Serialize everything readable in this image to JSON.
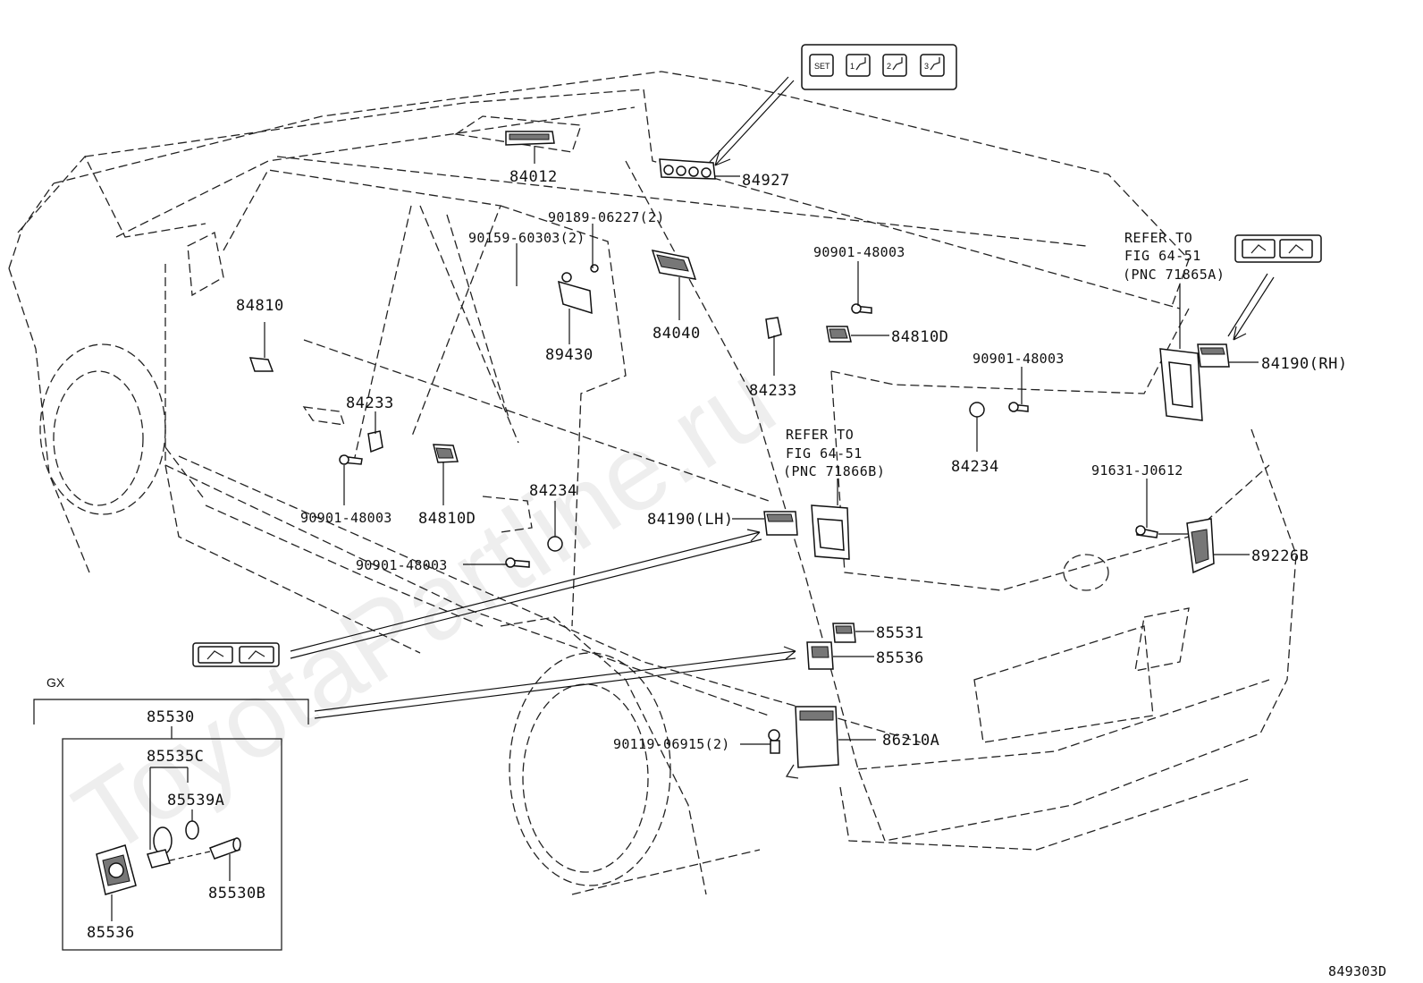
{
  "watermark": "ToyotaPartline.ru",
  "diagram_id": "849303D",
  "group_label": "GX",
  "switch_panel_top": [
    "SET",
    "1",
    "2",
    "3"
  ],
  "parts": {
    "p84012": "84012",
    "p84927": "84927",
    "p90189": "90189-06227(2)",
    "p90159": "90159-60303(2)",
    "p84810": "84810",
    "p84040": "84040",
    "p89430": "89430",
    "p90901_a": "90901-48003",
    "p84810D_r": "84810D",
    "p84233_r": "84233",
    "p90901_b": "90901-48003",
    "p84234_r": "84234",
    "p84190RH": "84190(RH)",
    "p91631": "91631-J0612",
    "p89226B": "89226B",
    "p84233_l": "84233",
    "p90901_c": "90901-48003",
    "p84810D_l": "84810D",
    "p84234_l": "84234",
    "p90901_d": "90901-48003",
    "p84190LH": "84190(LH)",
    "p85531": "85531",
    "p85536_r": "85536",
    "p86210A": "86210A",
    "p90119": "90119-06915(2)",
    "p85530": "85530",
    "p85535C": "85535C",
    "p85539A": "85539A",
    "p85530B": "85530B",
    "p85536_b": "85536"
  },
  "notes": {
    "ref_a": [
      "REFER TO",
      "FIG 64-51",
      "(PNC 71865A)"
    ],
    "ref_b": [
      "REFER TO",
      "FIG 64-51",
      "(PNC 71866B)"
    ]
  }
}
